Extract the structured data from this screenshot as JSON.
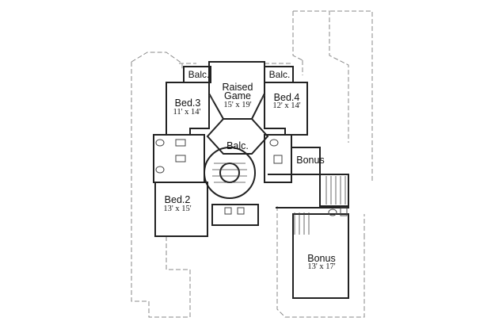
{
  "plan": {
    "colors": {
      "wall": "#222222",
      "dashed": "#8a8a8a",
      "fixture": "#444444",
      "background": "#ffffff"
    },
    "labels": {
      "balc_left": "Balc.",
      "balc_right": "Balc.",
      "raised_game_1": "Raised",
      "raised_game_2": "Game",
      "raised_game_dim": "15' x 19'",
      "bed3": "Bed.3",
      "bed3_dim": "11' x 14'",
      "bed4": "Bed.4",
      "bed4_dim": "12' x 14'",
      "balc_center": "Balc.",
      "bonus_small": "Bonus",
      "bed2": "Bed.2",
      "bed2_dim": "13' x 15'",
      "bonus_large": "Bonus",
      "bonus_large_dim": "13' x 17'"
    }
  }
}
